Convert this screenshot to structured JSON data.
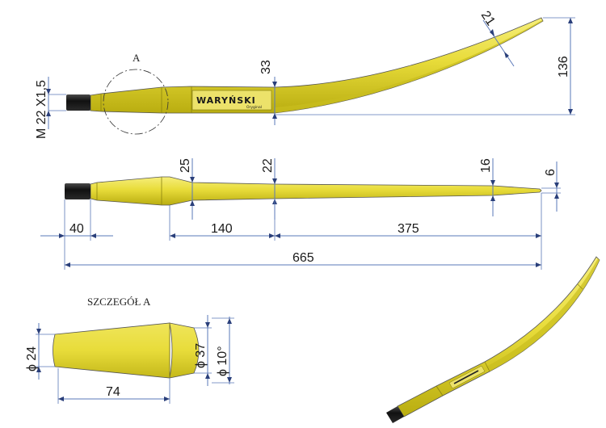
{
  "colors": {
    "tine_fill": "#e8dc3a",
    "tine_shade": "#b9ad10",
    "thread_fill": "#1c1c1c",
    "dimension_line": "#5a78b8",
    "arrowhead": "#2a3f7a",
    "text": "#1a1a1a"
  },
  "side_view": {
    "thread_label": "M 22 X1,5",
    "detail_marker": "A",
    "logo_text": "WARYŃSKI",
    "logo_subtext": "Oryginal",
    "dim_height_mid": "33",
    "dim_tip_thickness": "21",
    "dim_rise": "136"
  },
  "top_view": {
    "dim_section_25": "25",
    "dim_section_22": "22",
    "dim_section_16": "16",
    "dim_tip_6": "6",
    "len_40": "40",
    "len_140": "140",
    "len_375": "375",
    "len_total": "665"
  },
  "detail": {
    "title": "SZCZEGÓŁ A",
    "dia_24": "ϕ 24",
    "dia_37": "ϕ 37",
    "angle": "ϕ 10°",
    "len_74": "74"
  }
}
